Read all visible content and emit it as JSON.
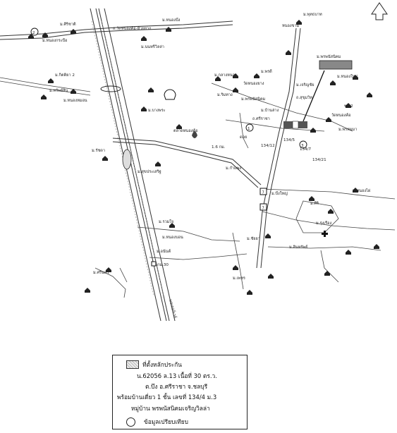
{
  "map": {
    "north_arrow": "north-arrow-icon",
    "labels": {
      "nongchang_bueng": "ม.หนองบึง",
      "phuttabat": "ม.พุทธบาท",
      "sirichat": "ม.ศิริชาติ",
      "nongkraboe": "ม.หนองกระบือ",
      "nongkham": "หนองขาม",
      "rd_chonburi": "ถ.วัดหนองค้อ-ห้วยยาง",
      "nonthaburi": "ม.นนทรีวิลล่า",
      "kittiya": "ม.กิตติยา 2",
      "sapsin": "ม.ทรัพย์สิน",
      "nongmon": "ม.หนองหมอน",
      "klang_nong": "ม.กลางหนอง",
      "phon_dee": "ม.พรดี",
      "wat_nong": "วัดหนองยาง",
      "phai": "ม.เจริญชัย",
      "nongmai": "ม.หนองใหม่",
      "sukhumvit": "ถ.สุขุมวิท",
      "village_focus": "ม.พรพนัสนิคม",
      "rim_thang": "ม.ริมทาง",
      "soi_12": "ซ.12",
      "ban_lang": "ม.บ้านล่าง",
      "sri_racha": "ถ.ศรีราชา",
      "km_16": "1.6 กม.",
      "doi": "ดอย",
      "soi_134_12": "134/12",
      "soi_134_5": "134/5",
      "soi_134_7": "134/7",
      "soi_134_21": "134/21",
      "bang_phra": "ม.บางพระ",
      "taladnong": "ตลาดหนองค้อ",
      "wat_phra": "วัดหนองค้อ",
      "phrom": "ม.พรหมมา",
      "ratchada": "ม.รัชดา",
      "sukprasert": "ม.สุขประเสริฐ",
      "kamphaeng": "ม.กำแพง",
      "bueng_yai": "ม.บึงใหญ่",
      "nong_phai": "ม.หนองไผ่",
      "siri": "ม.ศิริ",
      "rung": "ม.รุ่งเรือง",
      "ruamjai": "ม.รวมใจ",
      "km_30": "กม.30",
      "highway": "มอเตอร์เวย์",
      "nong_bon": "ม.หนองบอน",
      "anan": "ม.อนันต์",
      "chaiya": "ม.ชัยยา",
      "sinsap": "ม.สินทรัพย์",
      "phet": "ม.เพชร",
      "sri_nakorn": "ม.ศรีนคร"
    },
    "callout": "ม.พรพนัสนิคม",
    "markers": [
      "1",
      "2",
      "3"
    ]
  },
  "legend": {
    "row1": "ที่ตั้งหลักประกัน",
    "row2": "น.62056 ล.13 เนื้อที่ 30 ตร.ว.",
    "row3": "ต.บึง อ.ศรีราชา จ.ชลบุรี",
    "row4": "พร้อมบ้านเดี่ยว 1 ชั้น เลขที่ 134/4 ม.3",
    "row5": "หมู่บ้าน พรพนัสนิคมเจริญวิลล่า",
    "row6": "ข้อมูลเปรียบเทียบ"
  }
}
